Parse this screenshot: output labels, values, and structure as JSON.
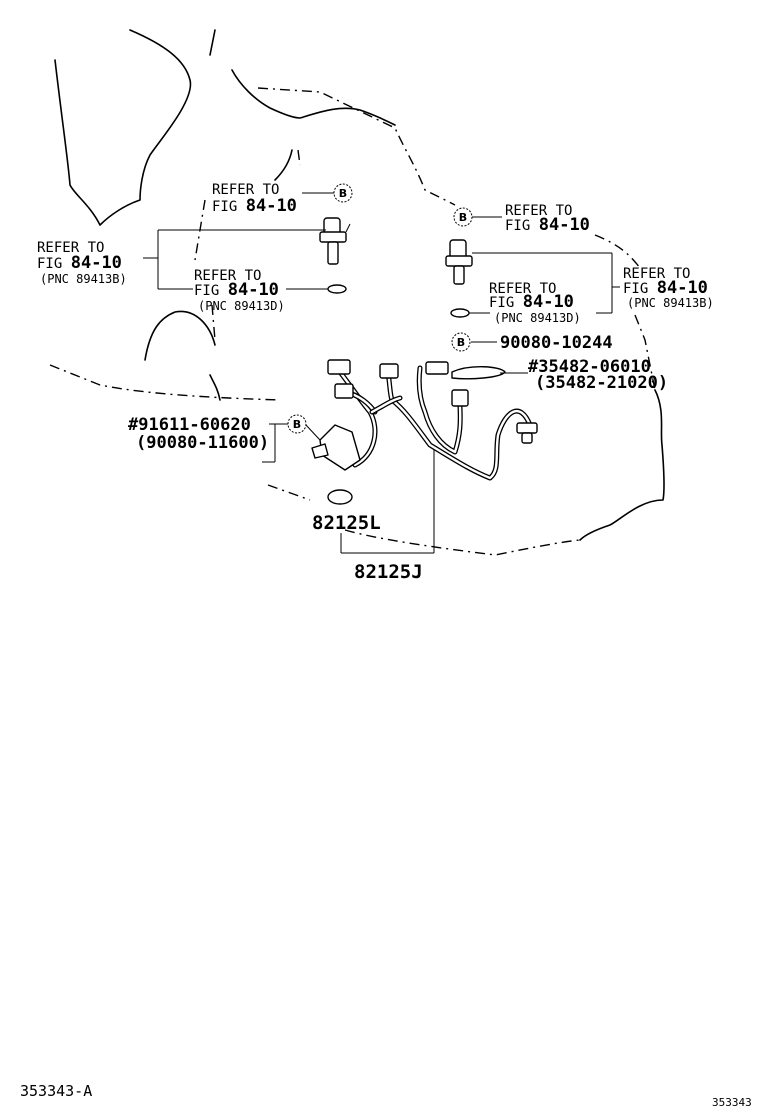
{
  "refer_to": "REFER TO",
  "fig_ref": "FIG 84-10",
  "fig_prefix": "FIG",
  "fig_number": "84-10",
  "pnc_89413b": "(PNC 89413B)",
  "pnc_89413d": "(PNC 89413D)",
  "circle_b": "B",
  "part_90080_10244": "90080-10244",
  "part_35482_06010": "#35482-06010",
  "part_35482_21020": "(35482-21020)",
  "part_91611_60620": "#91611-60620",
  "part_90080_11600": "(90080-11600)",
  "part_82125l": "82125L",
  "part_82125j": "82125J",
  "footer_left": "353343-A",
  "footer_right": "353343"
}
